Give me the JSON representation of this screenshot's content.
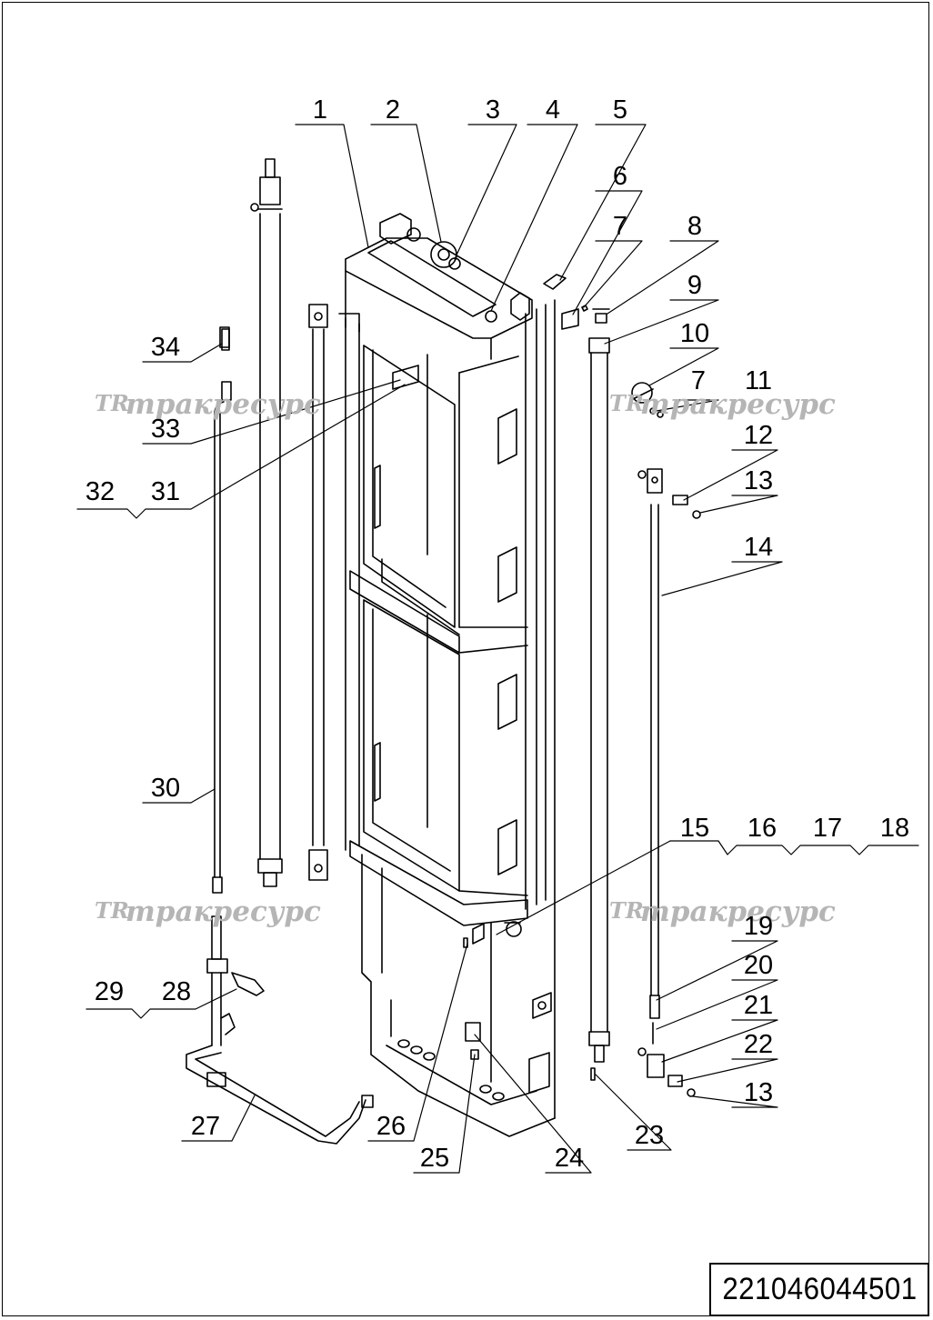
{
  "drawing": {
    "document_number": "221046044501",
    "watermark": {
      "logo_text": "TR",
      "text": "тракресурс"
    },
    "callouts": [
      "1",
      "2",
      "3",
      "4",
      "5",
      "6",
      "7",
      "8",
      "9",
      "10",
      "7",
      "11",
      "12",
      "13",
      "14",
      "34",
      "33",
      "32",
      "31",
      "30",
      "15",
      "16",
      "17",
      "18",
      "19",
      "20",
      "21",
      "22",
      "13",
      "23",
      "29",
      "28",
      "27",
      "26",
      "25",
      "24"
    ],
    "colors": {
      "line": "#000000",
      "watermark": "#b5b5b5",
      "background": "#ffffff"
    }
  }
}
